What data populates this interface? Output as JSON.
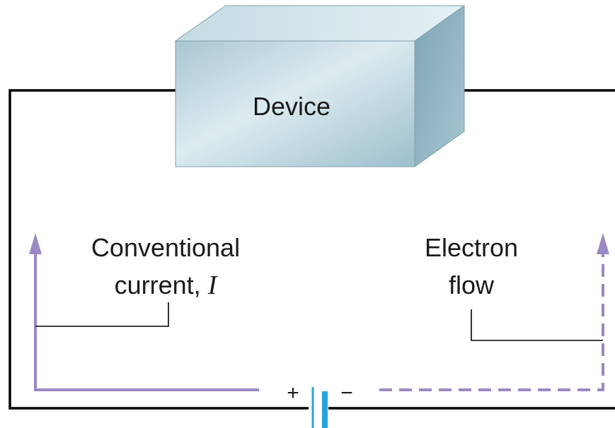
{
  "device": {
    "label": "Device"
  },
  "conventional_current": {
    "line1": "Conventional",
    "line2": "current, ",
    "symbol": "I"
  },
  "electron_flow": {
    "line1": "Electron",
    "line2": "flow"
  },
  "battery": {
    "plus": "+",
    "minus": "−"
  },
  "colors": {
    "wire": "#000000",
    "current_arrow": "#9c88c4",
    "battery_plate": "#29a3dc",
    "device_front": "#b7d1db",
    "device_top": "#d5e6ed",
    "device_side": "#8fb2c0",
    "leader_line": "#000000"
  }
}
